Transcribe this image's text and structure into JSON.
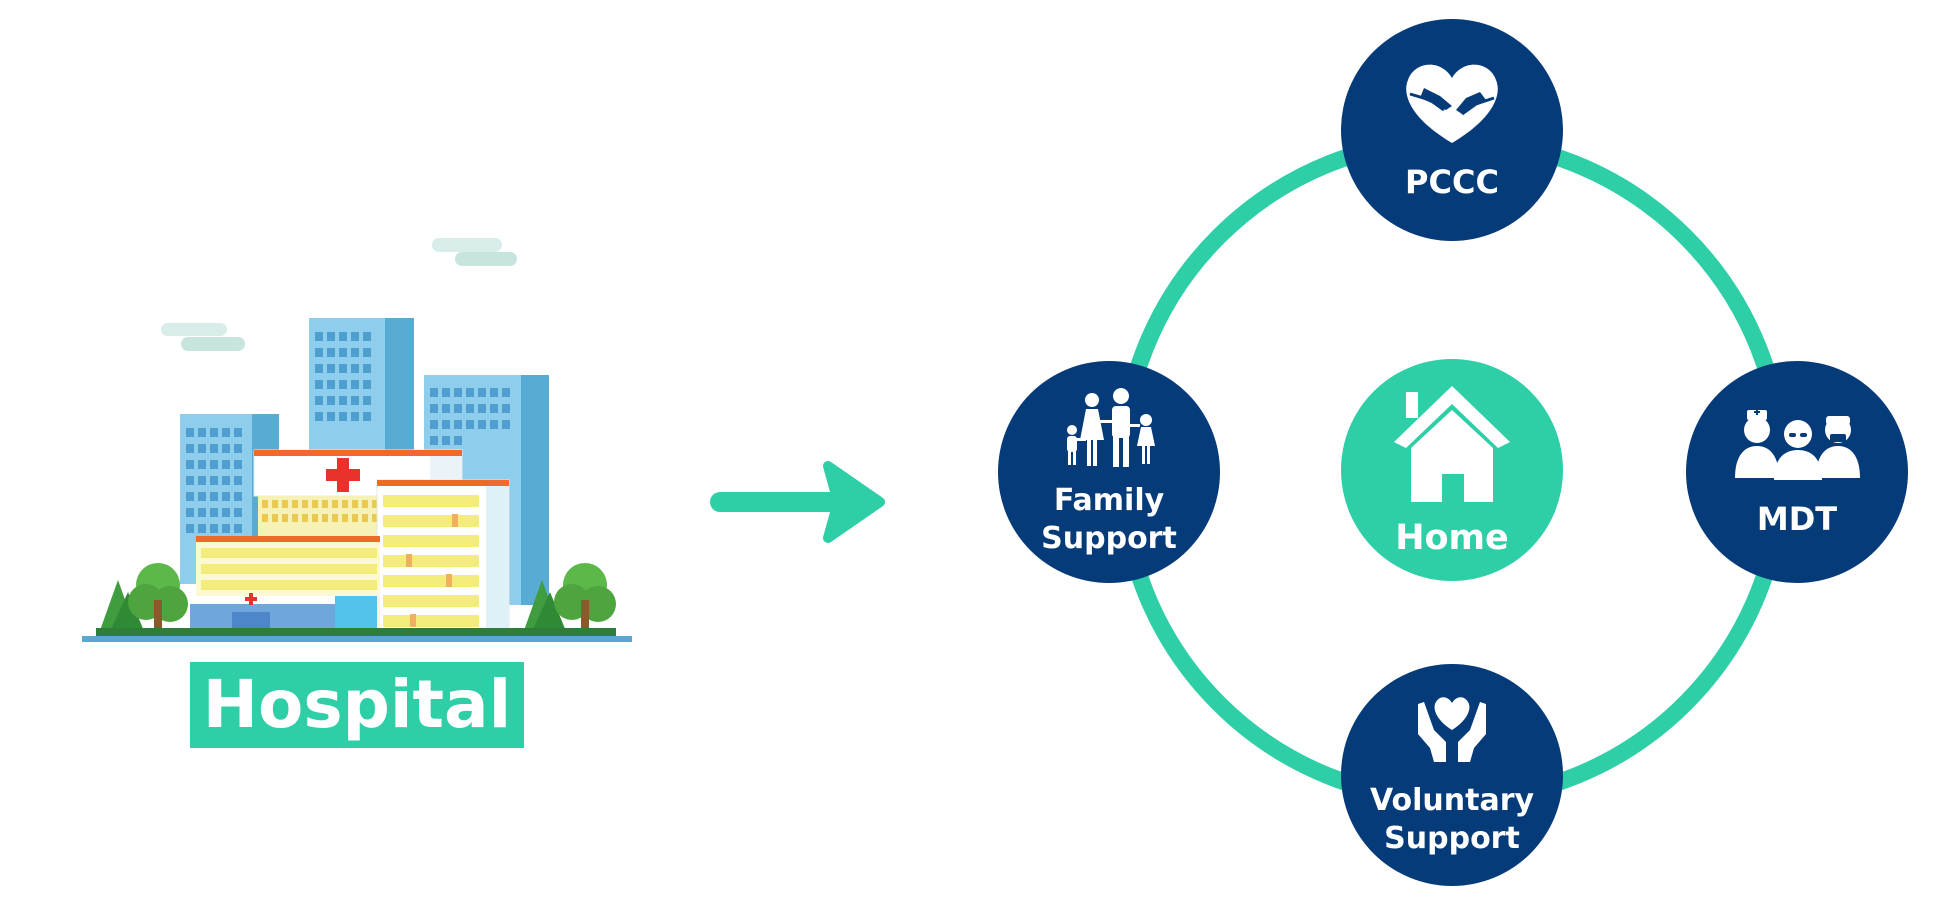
{
  "hospital": {
    "label": "Hospital"
  },
  "diagram": {
    "center": {
      "label": "Home",
      "icon": "house-icon"
    },
    "nodes": {
      "top": {
        "label": "PCCC",
        "icon": "heart-hands-icon"
      },
      "right": {
        "label": "MDT",
        "icon": "medical-team-icon"
      },
      "bottom": {
        "line1": "Voluntary",
        "line2": "Support",
        "icon": "hands-heart-icon"
      },
      "left": {
        "line1": "Family",
        "line2": "Support",
        "icon": "family-icon"
      }
    }
  },
  "colors": {
    "accent": "#2ecfa6",
    "navy": "#063b7a",
    "white": "#ffffff"
  }
}
